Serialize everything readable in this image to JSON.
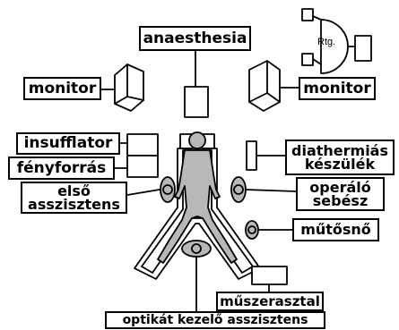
{
  "labels": {
    "anaesthesia": "anaesthesia",
    "monitor_left": "monitor",
    "monitor_right": "monitor",
    "insufflator": "insufflator",
    "light_source": "fényforrás",
    "first_assistant_line1": "első",
    "first_assistant_line2": "asszisztens",
    "diathermy_line1": "diathermiás",
    "diathermy_line2": "készülék",
    "surgeon_line1": "operáló",
    "surgeon_line2": "sebész",
    "scrub_nurse": "műtősnő",
    "instrument_table": "műszerasztal",
    "optics_assistant": "optikát kezelő asszisztens",
    "xray": "Rtg."
  }
}
